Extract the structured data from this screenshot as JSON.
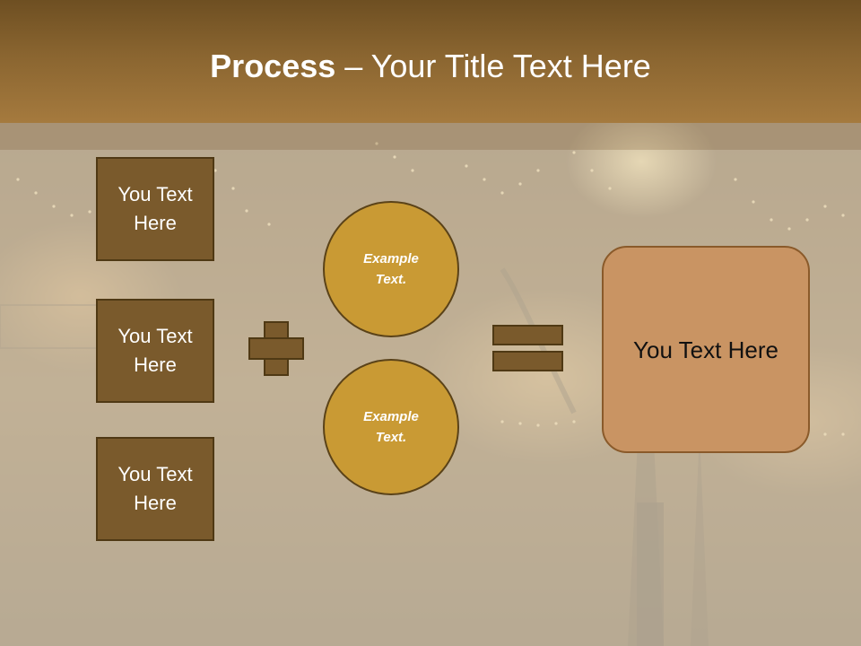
{
  "slide": {
    "title_bold": "Process",
    "title_rest": " – Your Title Text Here"
  },
  "left_boxes": [
    {
      "label": "You Text Here"
    },
    {
      "label": "You Text Here"
    },
    {
      "label": "You Text Here"
    }
  ],
  "circles": [
    {
      "label": "Example Text."
    },
    {
      "label": "Example Text."
    }
  ],
  "operators": {
    "plus": "plus-icon",
    "equals": "equals-icon"
  },
  "result": {
    "label": "You Text Here"
  },
  "colors": {
    "title_band": "#8a6530",
    "box_fill": "#7a5a2c",
    "circle_fill": "#c99a34",
    "result_fill": "#c99463",
    "border": "#4f3914"
  }
}
